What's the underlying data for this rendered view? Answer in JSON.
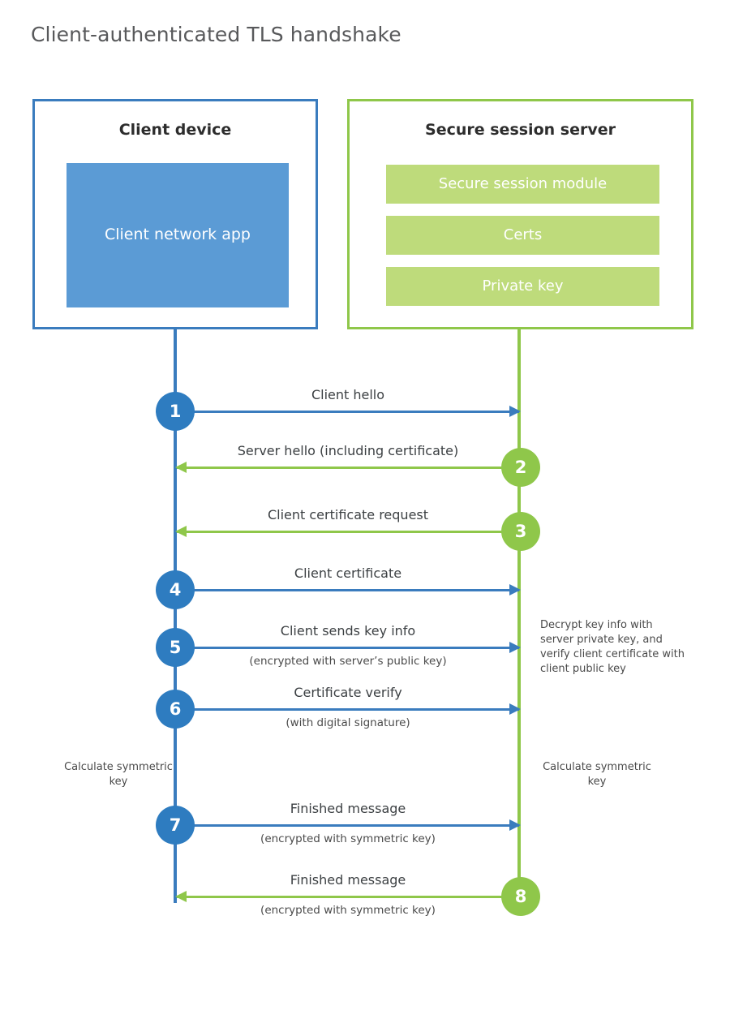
{
  "title": "Client-authenticated TLS handshake",
  "colors": {
    "client_border": "#3A7CBE",
    "client_fill": "#5B9BD5",
    "client_circle": "#2E7CC0",
    "server_border": "#8FC74A",
    "server_fill": "#BEDB7B",
    "server_circle": "#8FC74A",
    "text": "#3c4043",
    "title_text": "#58595b"
  },
  "actors": {
    "client": {
      "title": "Client device",
      "blocks": [
        "Client network app"
      ]
    },
    "server": {
      "title": "Secure session server",
      "blocks": [
        "Secure session module",
        "Certs",
        "Private key"
      ]
    }
  },
  "messages": [
    {
      "number": "1",
      "direction": "client-to-server",
      "label": "Client hello",
      "sublabel": ""
    },
    {
      "number": "2",
      "direction": "server-to-client",
      "label": "Server hello (including certificate)",
      "sublabel": ""
    },
    {
      "number": "3",
      "direction": "server-to-client",
      "label": "Client certificate request",
      "sublabel": ""
    },
    {
      "number": "4",
      "direction": "client-to-server",
      "label": "Client certificate",
      "sublabel": ""
    },
    {
      "number": "5",
      "direction": "client-to-server",
      "label": "Client sends key info",
      "sublabel": "(encrypted with server’s public key)"
    },
    {
      "number": "6",
      "direction": "client-to-server",
      "label": "Certificate verify",
      "sublabel": "(with digital signature)"
    },
    {
      "number": "7",
      "direction": "client-to-server",
      "label": "Finished message",
      "sublabel": "(encrypted with symmetric key)"
    },
    {
      "number": "8",
      "direction": "server-to-client",
      "label": "Finished message",
      "sublabel": "(encrypted with symmetric key)"
    }
  ],
  "notes": {
    "server_decrypt": "Decrypt key info with server private key, and verify client certificate with client public key",
    "client_calculate": "Calculate symmetric key",
    "server_calculate": "Calculate symmetric key"
  }
}
